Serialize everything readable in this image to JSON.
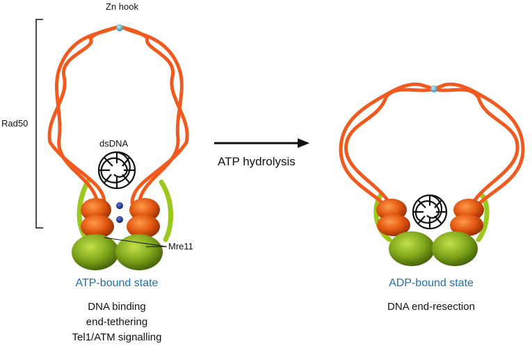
{
  "labels": {
    "zn_hook": "Zn hook",
    "rad50": "Rad50",
    "dsdna": "dsDNA",
    "mre11": "Mre11",
    "atp_hydrolysis": "ATP hydrolysis"
  },
  "left_state": {
    "title": "ATP-bound state",
    "functions": [
      "DNA binding",
      "end-tethering",
      "Tel1/ATM signalling"
    ]
  },
  "right_state": {
    "title": "ADP-bound state",
    "functions": [
      "DNA end-resection"
    ]
  },
  "colors": {
    "coil": "#f05a1e",
    "head": "#e05a12",
    "mre11": "#7fa61a",
    "linker": "#9cc81e",
    "zinc": "#4fb0c8",
    "atp": "#1a2f8a",
    "state_title": "#1f6fb5",
    "dna": "#111111"
  }
}
